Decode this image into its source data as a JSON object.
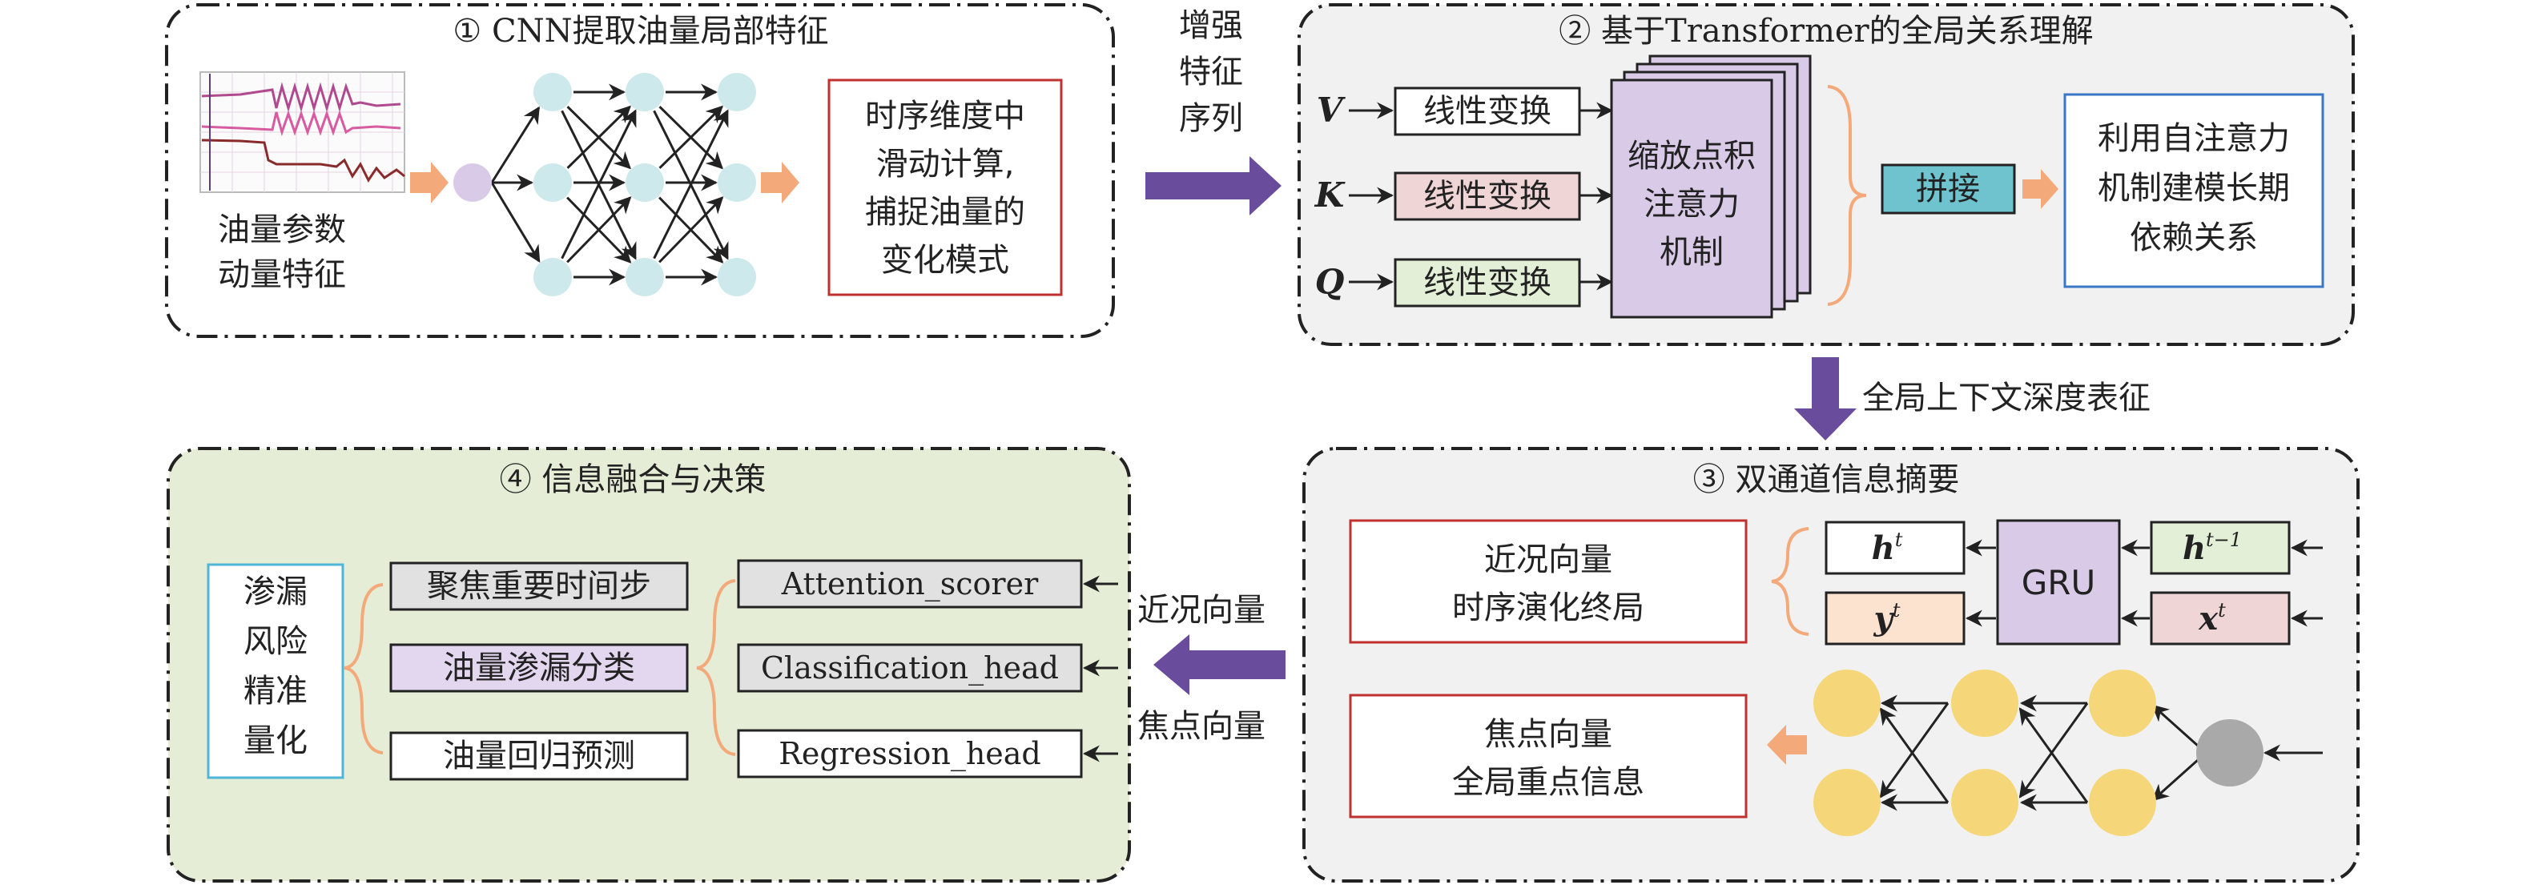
{
  "panels": {
    "p1": {
      "title": "① CNN提取油量局部特征"
    },
    "p2": {
      "title": "② 基于Transformer的全局关系理解"
    },
    "p3": {
      "title": "③ 双通道信息摘要"
    },
    "p4": {
      "title": "④ 信息融合与决策"
    }
  },
  "p1": {
    "input_label": [
      "油量参数",
      "动量特征"
    ],
    "output_box": [
      "时序维度中",
      "滑动计算,",
      "捕捉油量的",
      "变化模式"
    ]
  },
  "connector_12": [
    "增强",
    "特征",
    "序列"
  ],
  "p2": {
    "inputs": [
      {
        "symbol": "V",
        "label": "线性变换",
        "color": "#ffffff"
      },
      {
        "symbol": "K",
        "label": "线性变换",
        "color": "#efd5d5"
      },
      {
        "symbol": "Q",
        "label": "线性变换",
        "color": "#e3efd6"
      }
    ],
    "attention": [
      "缩放点积",
      "注意力",
      "机制"
    ],
    "concat": "拼接",
    "output_box": [
      "利用自注意力",
      "机制建模长期",
      "依赖关系"
    ]
  },
  "connector_23": "全局上下文深度表征",
  "p3": {
    "recent_box": [
      "近况向量",
      "时序演化终局"
    ],
    "focus_box": [
      "焦点向量",
      "全局重点信息"
    ],
    "gru": "GRU",
    "h_t": "h",
    "h_t_sup": "t",
    "y_t": "y",
    "y_t_sup": "t",
    "h_prev": "h",
    "h_prev_sup": "t−1",
    "x_t": "x",
    "x_t_sup": "t"
  },
  "connector_34": {
    "top": "近况向量",
    "bottom": "焦点向量"
  },
  "p4": {
    "output_box": [
      "渗漏",
      "风险",
      "精准",
      "量化"
    ],
    "tasks": [
      "聚焦重要时间步",
      "油量渗漏分类",
      "油量回归预测"
    ],
    "heads": [
      "Attention_scorer",
      "Classification_head",
      "Regression_head"
    ]
  },
  "colors": {
    "purple_arrow": "#6a4c9c",
    "orange_arrow": "#f4a97a",
    "node_blue": "#cde9ec",
    "node_yellow": "#f5d77a",
    "node_gray": "#a9a9a9",
    "node_lavender": "#d9cbe8",
    "red_box": "#c0302e",
    "blue_box": "#3a77c4",
    "panel_gray": "#f1f1f1",
    "panel_green": "#e5edd6"
  }
}
